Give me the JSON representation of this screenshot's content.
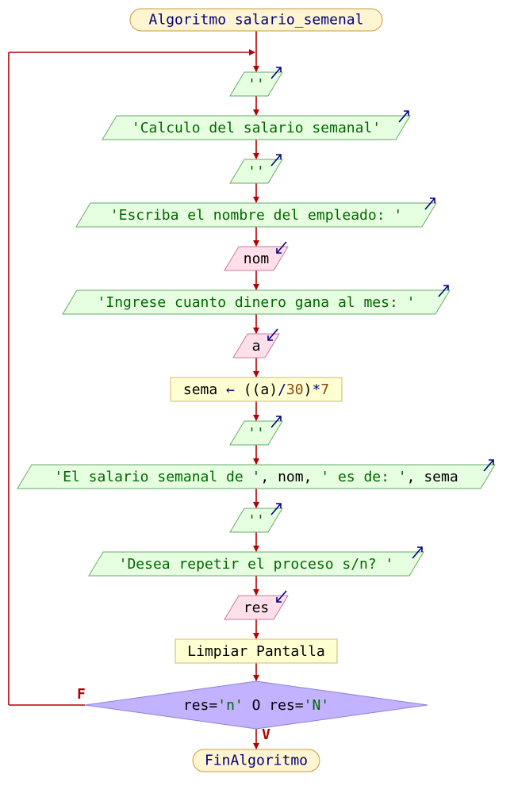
{
  "diagram": {
    "start_label": "Algoritmo salario_semenal",
    "end_label": "FinAlgoritmo",
    "steps": [
      {
        "kind": "write",
        "text": [
          {
            "t": "''",
            "c": "str"
          }
        ]
      },
      {
        "kind": "write",
        "text": [
          {
            "t": "'Calculo del salario semanal'",
            "c": "str"
          }
        ]
      },
      {
        "kind": "write",
        "text": [
          {
            "t": "''",
            "c": "str"
          }
        ]
      },
      {
        "kind": "write",
        "text": [
          {
            "t": "'Escriba el nombre del empleado: '",
            "c": "str"
          }
        ]
      },
      {
        "kind": "read",
        "text": [
          {
            "t": "nom",
            "c": "var"
          }
        ]
      },
      {
        "kind": "write",
        "text": [
          {
            "t": "'Ingrese cuanto dinero gana al mes: '",
            "c": "str"
          }
        ]
      },
      {
        "kind": "read",
        "text": [
          {
            "t": "a",
            "c": "var"
          }
        ]
      },
      {
        "kind": "assign",
        "text": [
          {
            "t": "sema ",
            "c": "var"
          },
          {
            "t": "←",
            "c": "op"
          },
          {
            "t": " ((a)",
            "c": "var"
          },
          {
            "t": "/",
            "c": "op"
          },
          {
            "t": "30",
            "c": "num"
          },
          {
            "t": ")",
            "c": "var"
          },
          {
            "t": "*",
            "c": "op"
          },
          {
            "t": "7",
            "c": "num"
          }
        ]
      },
      {
        "kind": "write",
        "text": [
          {
            "t": "''",
            "c": "str"
          }
        ]
      },
      {
        "kind": "write",
        "text": [
          {
            "t": "'El salario semanal de '",
            "c": "str"
          },
          {
            "t": ", nom, ",
            "c": "var"
          },
          {
            "t": "' es de: '",
            "c": "str"
          },
          {
            "t": ", sema",
            "c": "var"
          }
        ]
      },
      {
        "kind": "write",
        "text": [
          {
            "t": "''",
            "c": "str"
          }
        ]
      },
      {
        "kind": "write",
        "text": [
          {
            "t": "'Desea repetir el proceso s/n? '",
            "c": "str"
          }
        ]
      },
      {
        "kind": "read",
        "text": [
          {
            "t": "res",
            "c": "var"
          }
        ]
      },
      {
        "kind": "process",
        "text": [
          {
            "t": "Limpiar Pantalla",
            "c": "var"
          }
        ]
      }
    ],
    "condition": [
      {
        "t": "res=",
        "c": "var"
      },
      {
        "t": "'n'",
        "c": "str"
      },
      {
        "t": " O res=",
        "c": "var"
      },
      {
        "t": "'N'",
        "c": "str"
      }
    ],
    "false_label": "F",
    "true_label": "V",
    "colors": {
      "string": "#006600",
      "variable": "#000000",
      "operator": "#000080",
      "number": "#8b4513",
      "keyword": "#00007f",
      "edge": "#b40000",
      "write_fill": "#e6ffe0",
      "read_fill": "#ffe0ea",
      "process_fill": "#ffffd2",
      "terminal_fill": "#fff5d0",
      "decision_fill": "#c3b2ff"
    }
  }
}
